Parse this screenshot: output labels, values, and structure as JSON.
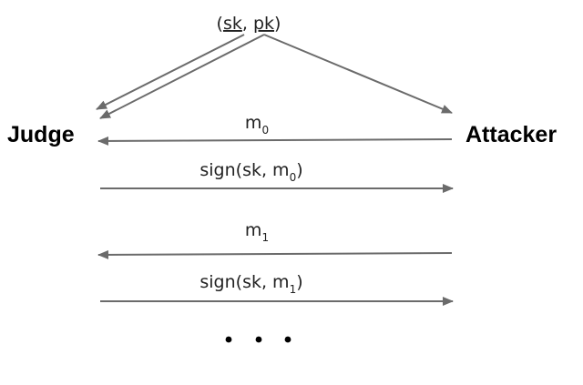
{
  "parties": {
    "left": "Judge",
    "right": "Attacker"
  },
  "keygen": {
    "open": "(",
    "sk": "sk",
    "comma": ", ",
    "pk": "pk",
    "close": ")"
  },
  "messages": [
    {
      "direction": "to-judge",
      "base": "m",
      "sub": "0",
      "tail": ""
    },
    {
      "direction": "to-attacker",
      "base": "sign(sk, m",
      "sub": "0",
      "tail": ")"
    },
    {
      "direction": "to-judge",
      "base": "m",
      "sub": "1",
      "tail": ""
    },
    {
      "direction": "to-attacker",
      "base": "sign(sk, m",
      "sub": "1",
      "tail": ")"
    }
  ],
  "continuation": "ellipsis"
}
